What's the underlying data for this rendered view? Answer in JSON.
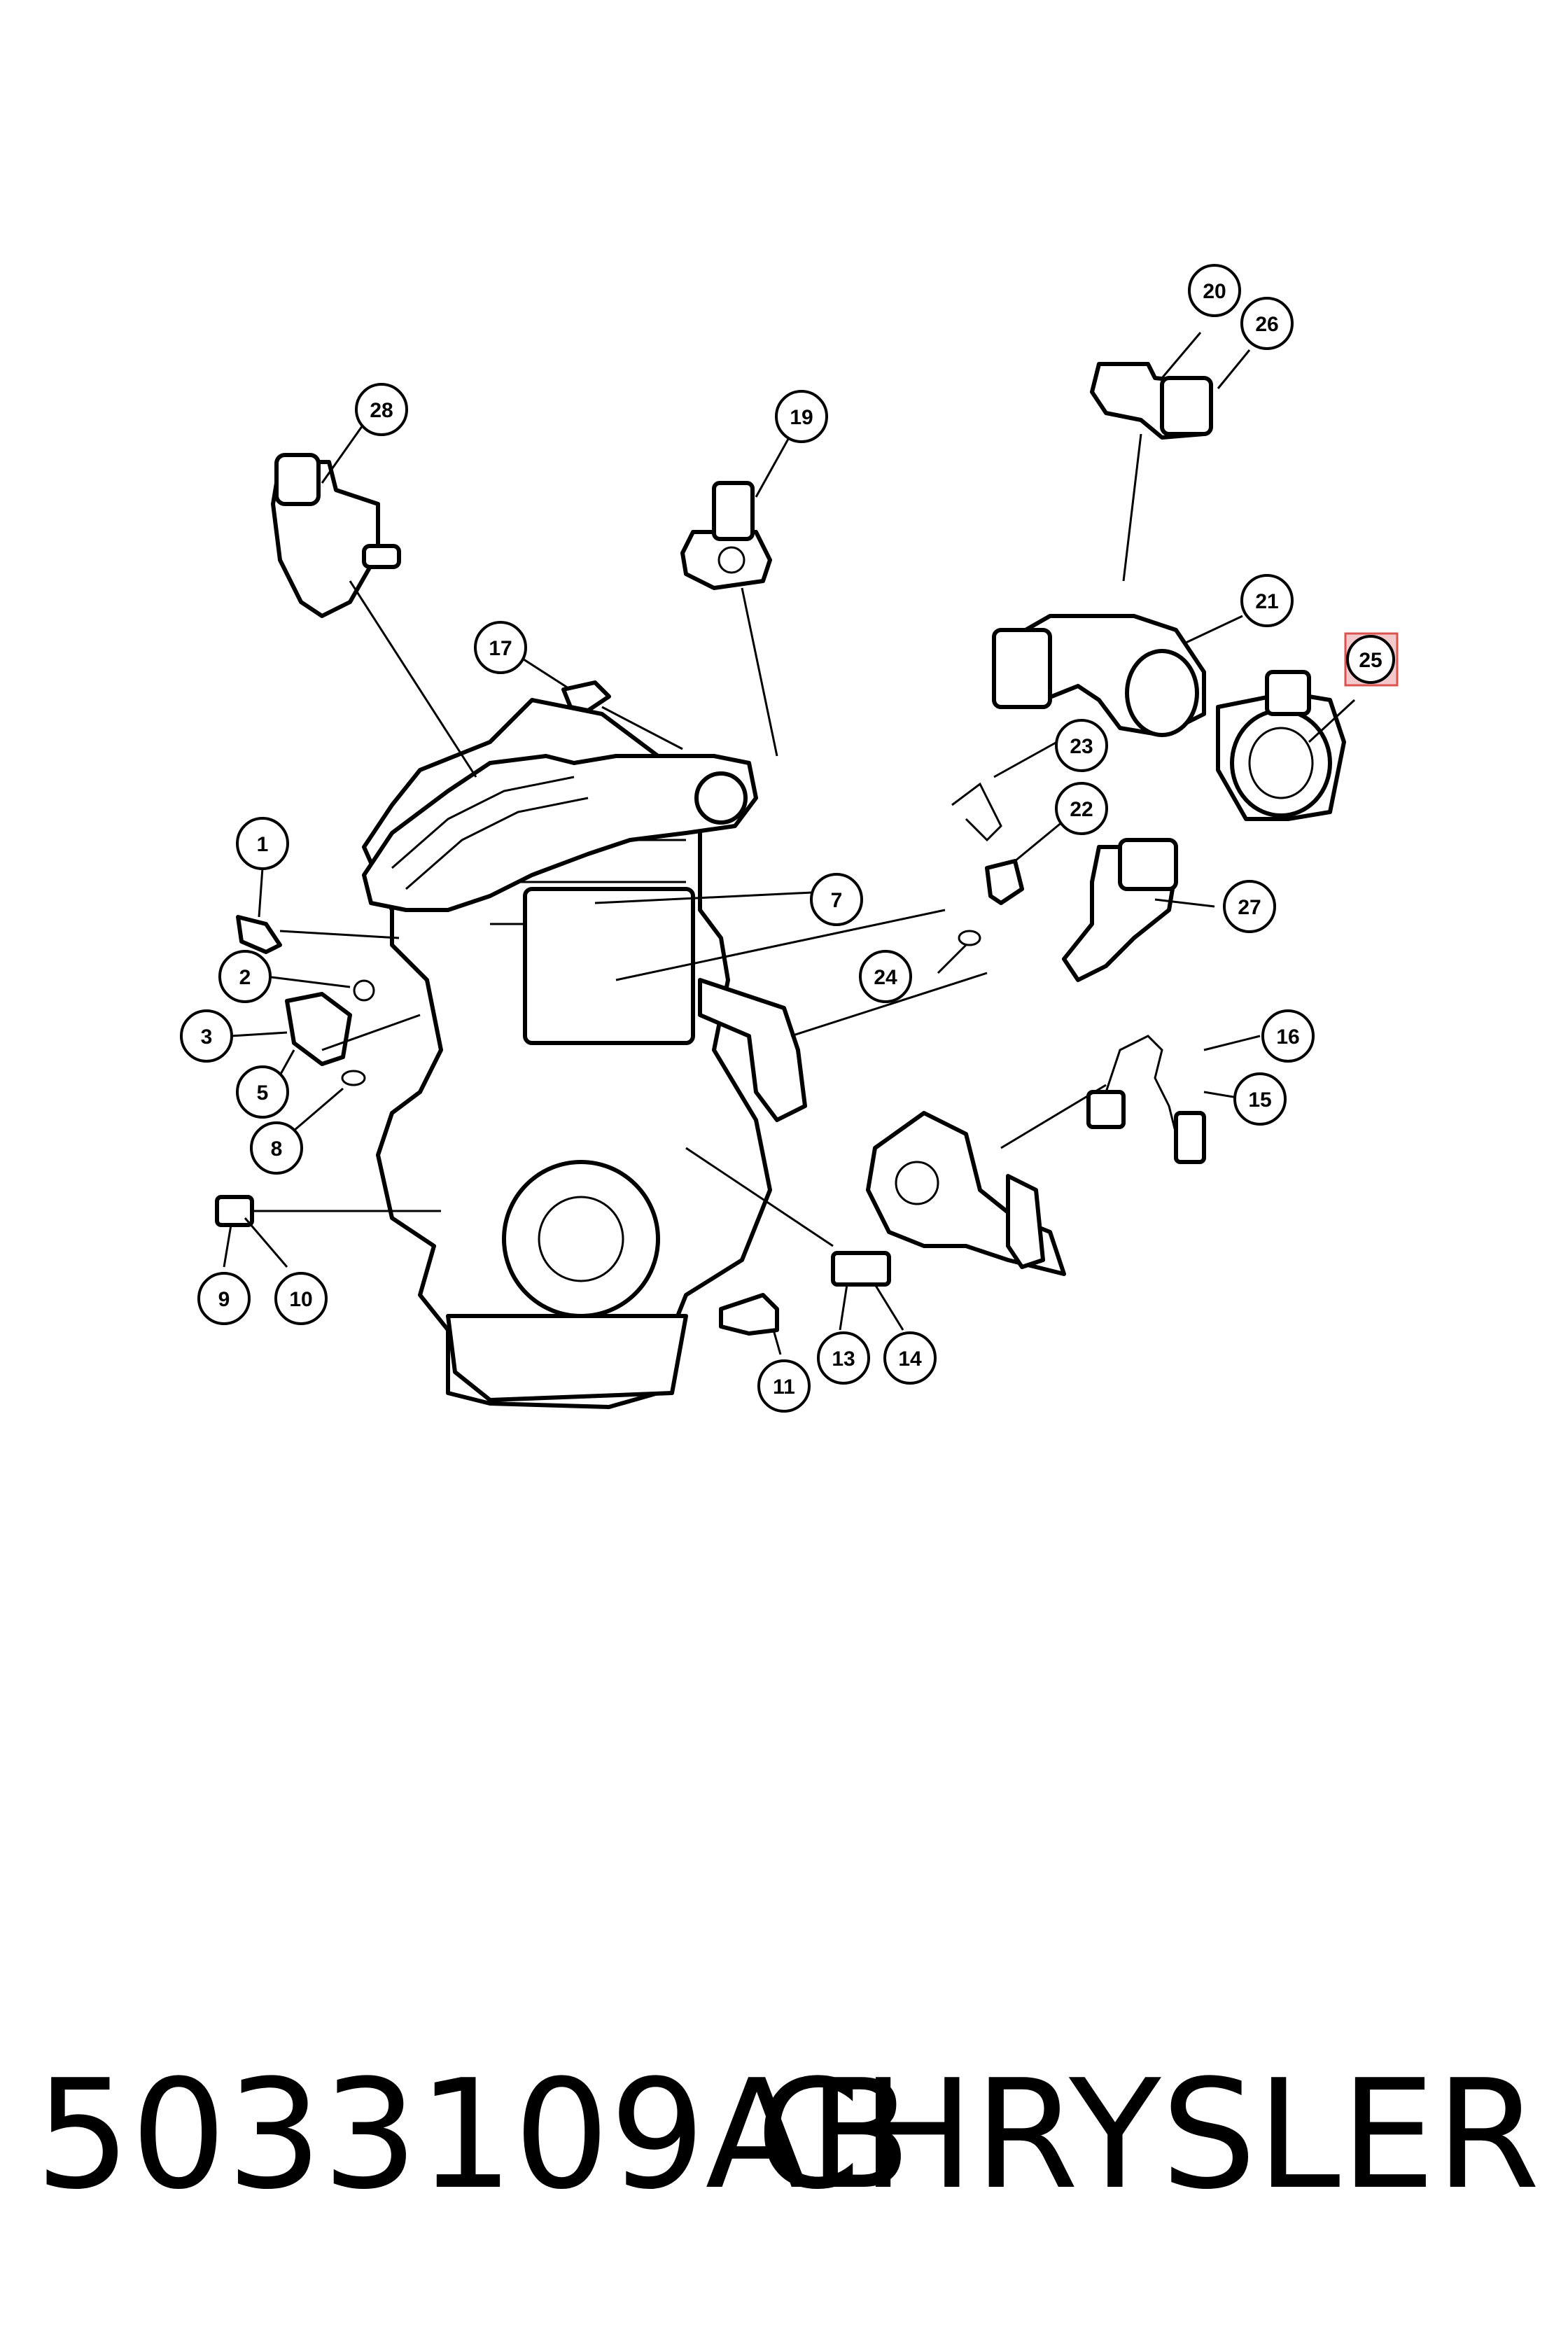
{
  "diagram": {
    "highlighted_callout": "25",
    "highlight_color": "#f4c9cc",
    "highlight_border": "#d9534f",
    "callouts": [
      "1",
      "2",
      "3",
      "5",
      "7",
      "8",
      "9",
      "10",
      "11",
      "13",
      "14",
      "15",
      "16",
      "17",
      "19",
      "20",
      "21",
      "22",
      "23",
      "24",
      "25",
      "26",
      "27",
      "28"
    ]
  },
  "footer": {
    "part_number": "5033109AB",
    "brand": "CHRYSLER"
  }
}
